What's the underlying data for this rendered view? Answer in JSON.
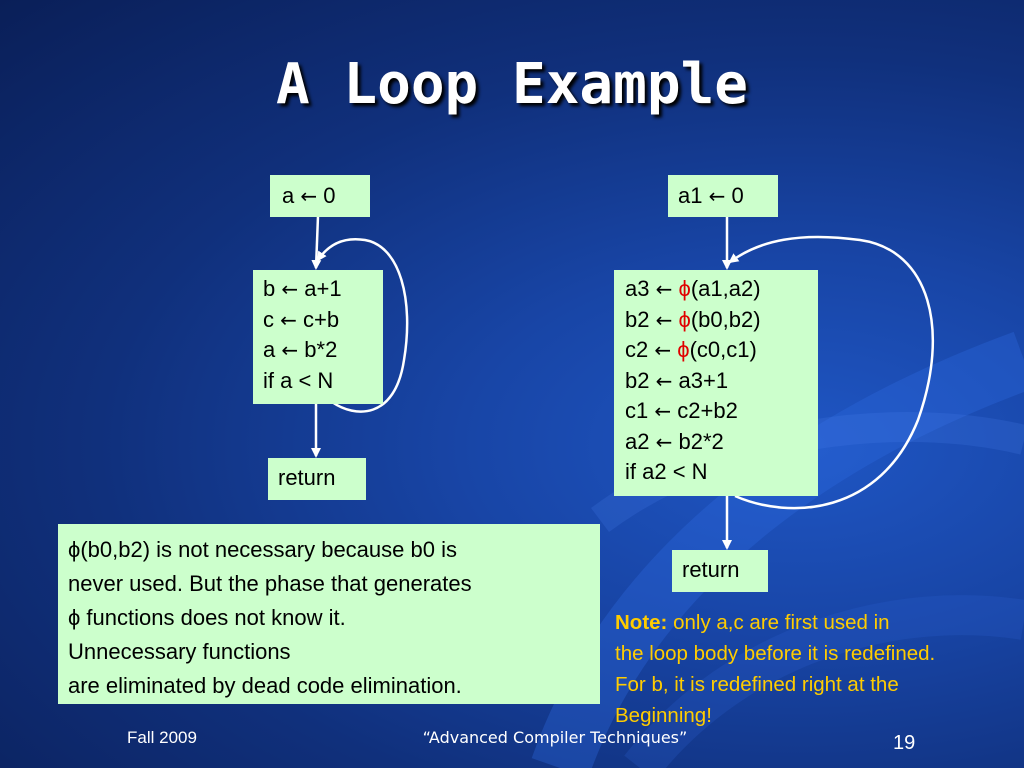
{
  "slide": {
    "title": "A Loop Example",
    "footer": {
      "left": "Fall 2009",
      "center": "“Advanced Compiler Techniques”",
      "page": "19"
    }
  },
  "left_flow": {
    "entry": {
      "var": "a",
      "arrow": "←",
      "val": "0"
    },
    "body": [
      {
        "var": "b",
        "arrow": "←",
        "expr": "a+1"
      },
      {
        "var": "c",
        "arrow": "←",
        "expr": "c+b"
      },
      {
        "var": "a",
        "arrow": "←",
        "expr": "b*2"
      }
    ],
    "condition": "if a < N",
    "exit": "return"
  },
  "right_flow": {
    "entry": {
      "var": "a1",
      "arrow": "←",
      "val": "0"
    },
    "phi_lines": [
      {
        "var": "a3",
        "arrow": "←",
        "phi": "ϕ",
        "args": "(a1,a2)"
      },
      {
        "var": "b2",
        "arrow": "←",
        "phi": "ϕ",
        "args": "(b0,b2)"
      },
      {
        "var": "c2",
        "arrow": "←",
        "phi": "ϕ",
        "args": "(c0,c1)"
      }
    ],
    "body": [
      {
        "var": "b2",
        "arrow": "←",
        "expr": "a3+1"
      },
      {
        "var": "c1",
        "arrow": "←",
        "expr": "c2+b2"
      },
      {
        "var": "a2",
        "arrow": "←",
        "expr": "b2*2"
      }
    ],
    "condition": "if a2 < N",
    "exit": "return"
  },
  "phi_note": {
    "lines": [
      "ϕ(b0,b2)  is not necessary because b0 is",
      "never used. But the phase that generates",
      "ϕ  functions does not know it.",
      "Unnecessary functions",
      "are eliminated by dead code elimination."
    ]
  },
  "note": {
    "label": "Note:",
    "lines": [
      " only a,c are first used in",
      "the loop body before it is redefined.",
      "For b, it is redefined right at the",
      "Beginning!"
    ]
  },
  "colors": {
    "background": "#1845a6",
    "box_fill": "#ccffcc",
    "phi": "#e00000",
    "note_text": "#ffcc00"
  }
}
